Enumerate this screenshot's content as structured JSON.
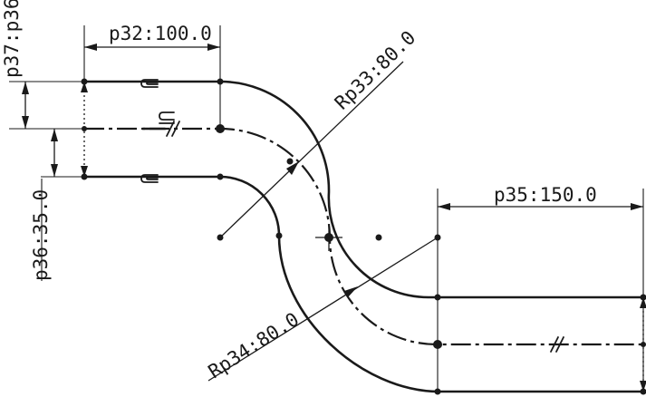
{
  "dimensions": {
    "top_length": "p32:100.0",
    "offset_stack": "p37:p36",
    "offset_lower": "p36:35.0",
    "outer_radius": "Rp33:80.0",
    "inner_radius": "Rp34:80.0",
    "right_length": "p35:150.0"
  }
}
